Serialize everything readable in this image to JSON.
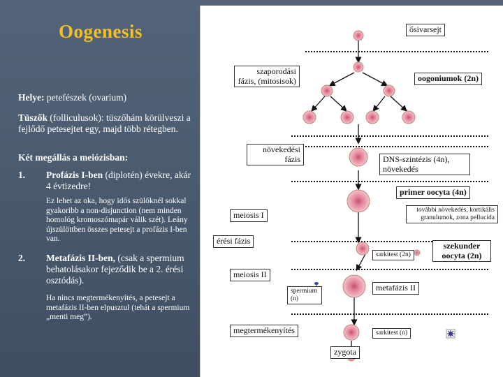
{
  "title": "Oogenesis",
  "left": {
    "helye_label": "Helye:",
    "helye_text": " petefészek (ovarium)",
    "tuszok_label": "Tüszők",
    "tuszok_text": " (folliculusok): tüszőhám körülveszi a fejlődő petesejtet egy, majd több rétegben.",
    "ket_megallas": "Két megállás a meiózisban:",
    "item1_num": "1.",
    "item1_bold": "Profázis I-ben",
    "item1_text": " (diplotén) évekre, akár 4 évtizedre!",
    "item1_note": "Ez lehet az oka, hogy idős szülőknél sokkal gyakoribb a non-disjunction (nem minden homológ kromoszómapár válik szét). Leány újszülöttben összes petesejt a profázis I-ben van.",
    "item2_num": "2.",
    "item2_bold": "Metafázis II-ben,",
    "item2_text": " (csak a spermium behatolásakor fejeződik be a 2. érési osztódás).",
    "item2_note": "Ha nincs megtermékenyítés, a petesejt a metafázis II-ben elpusztul (tehát a spermium „menti meg”)."
  },
  "diagram": {
    "osivarsejt": "ősivarsejt",
    "szaporodasi": "szaporodási fázis, (mitosisok)",
    "oogonium": "oogoniumok (2n)",
    "novekedesi": "növekedési fázis",
    "dns": "DNS-szintézis (4n), növekedés",
    "primer": "primer oocyta (4n)",
    "meiosis1": "meiosis I",
    "tovabbi": "további növekedés, kortikális granulumok, zona pellucida",
    "eresi": "érési fázis",
    "sarkitest1": "sarkitest (2n)",
    "szekunder": "szekunder oocyta (2n)",
    "meiosis2": "meiosis II",
    "metafazis2": "metafázis II",
    "spermium": "spermium (n)",
    "megtermekenyites": "megtermékenyítés",
    "sarkitest2": "sarkitest (n)",
    "zygota": "zygota"
  },
  "colors": {
    "title": "#f4c021",
    "background": "#4a5a6e",
    "cell_outer": "#e9a8b4",
    "cell_inner": "#c2506a",
    "arrow": "#111111"
  }
}
